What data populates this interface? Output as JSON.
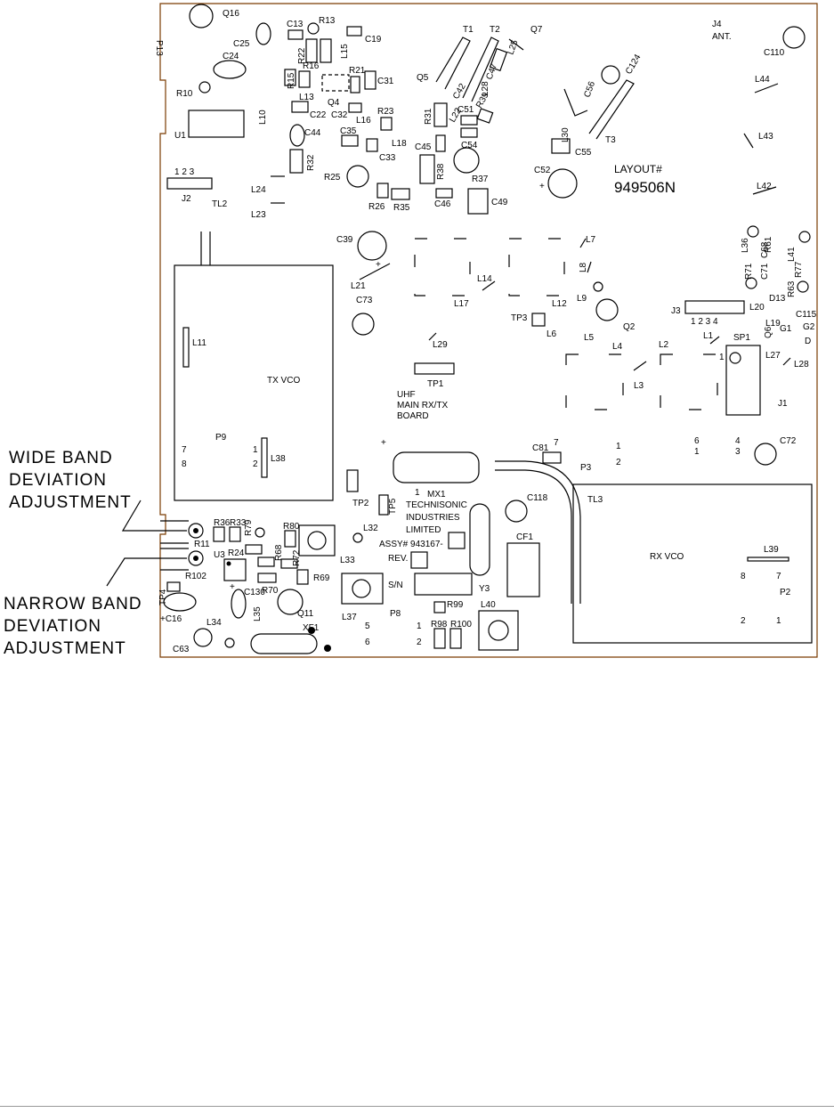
{
  "board": {
    "edge_color": "#7a3b00",
    "layout_label": "LAYOUT#",
    "layout_number": "949506N",
    "tx_vco": "TX VCO",
    "rx_vco": "RX VCO",
    "board_name_line1": "UHF",
    "board_name_line2": "MAIN RX/TX",
    "board_name_line3": "BOARD",
    "mx1": "MX1",
    "mfr_line1": "TECHNISONIC",
    "mfr_line2": "INDUSTRIES",
    "mfr_line3": "LIMITED",
    "assy": "ASSY# 943167-",
    "rev": "REV.",
    "sn": "S/N",
    "antenna": "ANT."
  },
  "callouts": {
    "wide_line1": "WIDE BAND",
    "wide_line2": "DEVIATION",
    "wide_line3": "ADJUSTMENT",
    "narrow_line1": "NARROW BAND",
    "narrow_line2": "DEVIATION",
    "narrow_line3": "ADJUSTMENT"
  },
  "refs": {
    "P13": "P13",
    "Q16": "Q16",
    "C13": "C13",
    "R13": "R13",
    "C19": "C19",
    "C25": "C25",
    "R22": "R22",
    "L15": "L15",
    "C24": "C24",
    "R16": "R16",
    "R21": "R21",
    "R15": "R15",
    "C31": "C31",
    "R10": "R10",
    "L13": "L13",
    "Q4": "Q4",
    "C22": "C22",
    "C32": "C32",
    "L10": "L10",
    "U1": "U1",
    "R23": "R23",
    "L16": "L16",
    "C35": "C35",
    "C44": "C44",
    "L18": "L18",
    "C33": "C33",
    "R32": "R32",
    "R25": "R25",
    "R26": "R26",
    "R35": "R35",
    "L24": "L24",
    "J2": "J2",
    "TL2": "TL2",
    "L23": "L23",
    "T1": "T1",
    "T2": "T2",
    "Q7": "Q7",
    "L25": "L25",
    "C47": "C47",
    "Q5": "Q5",
    "C42": "C42",
    "L28": "L28",
    "R39": "R39",
    "R31": "R31",
    "C51": "C51",
    "L22": "L22",
    "C45": "C45",
    "C54": "C54",
    "R38": "R38",
    "R37": "R37",
    "C46": "C46",
    "C49": "C49",
    "C56": "C56",
    "C124": "C124",
    "L30": "L30",
    "C55": "C55",
    "T3": "T3",
    "C52": "C52",
    "J4": "J4",
    "C110": "C110",
    "L44": "L44",
    "L43": "L43",
    "L42": "L42",
    "C39": "C39",
    "L21": "L21",
    "C73": "C73",
    "L14": "L14",
    "L17": "L17",
    "L12": "L12",
    "L7": "L7",
    "L8": "L8",
    "L9": "L9",
    "Q2": "Q2",
    "TP3": "TP3",
    "L6": "L6",
    "L5": "L5",
    "L29": "L29",
    "TP1": "TP1",
    "L4": "L4",
    "L2": "L2",
    "L3": "L3",
    "L1": "L1",
    "SP1": "SP1",
    "J3": "J3",
    "L36": "L36",
    "R61": "R61",
    "L41": "L41",
    "R71": "R71",
    "C71": "C71",
    "C68": "C68",
    "D13": "D13",
    "R63": "R63",
    "R77": "R77",
    "L20": "L20",
    "C115": "C115",
    "L19": "L19",
    "Q6": "Q6",
    "G1": "G1",
    "G2": "G2",
    "D": "D",
    "L27": "L27",
    "L28b": "L28",
    "J1": "J1",
    "L11": "L11",
    "P9": "P9",
    "L38": "L38",
    "C81": "C81",
    "P3": "P3",
    "C72": "C72",
    "TL3": "TL3",
    "C118": "C118",
    "TP2": "TP2",
    "TP5": "TP5",
    "L32": "L32",
    "CF1": "CF1",
    "L39": "L39",
    "P2": "P2",
    "R36": "R36",
    "R33": "R33",
    "R79": "R79",
    "R80": "R80",
    "R11": "R11",
    "R24": "R24",
    "U3": "U3",
    "R68": "R68",
    "R72": "R72",
    "L33": "L33",
    "R102": "R102",
    "R70": "R70",
    "R69": "R69",
    "TP4": "TP4",
    "C130": "C130",
    "Q11": "Q11",
    "L37": "L37",
    "P8": "P8",
    "R99": "R99",
    "R98": "R98",
    "R100": "R100",
    "L40": "L40",
    "Y3": "Y3",
    "C16": "+C16",
    "L34": "L34",
    "L35": "L35",
    "XF1": "XF1",
    "C63": "C63"
  },
  "pins": {
    "j2_123": "1  2  3",
    "j3_1234": "1  2  3  4",
    "n1": "1",
    "n2": "2",
    "n3": "3",
    "n4": "4",
    "n5": "5",
    "n6": "6",
    "n7": "7",
    "n8": "8",
    "plus": "+"
  }
}
